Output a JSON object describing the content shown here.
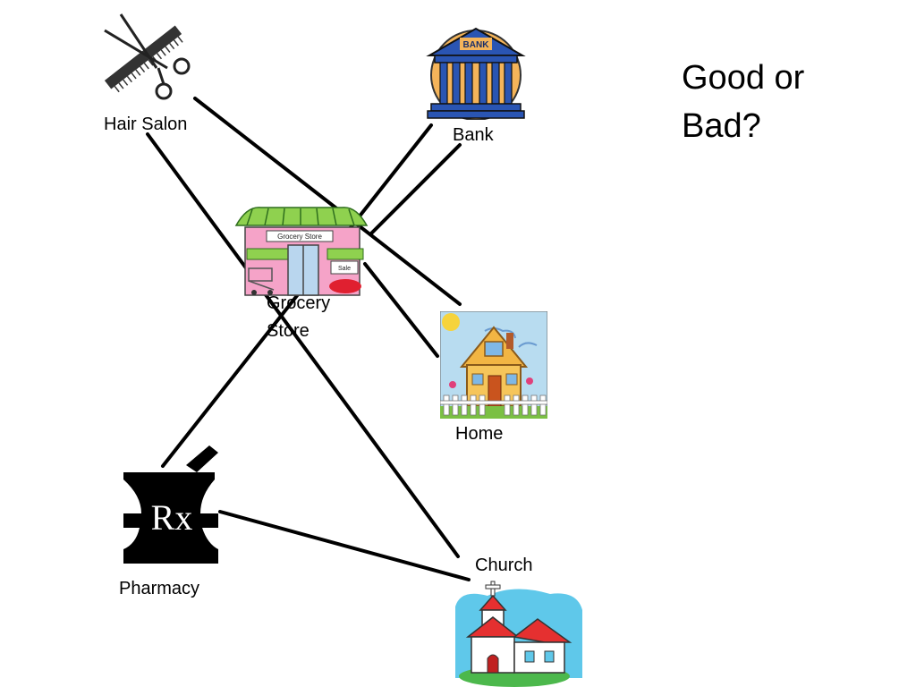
{
  "slide": {
    "question_line1": "Good or",
    "question_line2": "Bad?"
  },
  "places": {
    "hair_salon": "Hair Salon",
    "bank": "Bank",
    "grocery_line1": "Grocery",
    "grocery_line2": "Store",
    "home": "Home",
    "pharmacy": "Pharmacy",
    "church": "Church"
  },
  "icon_text": {
    "bank_sign": "BANK",
    "grocery_sign": "Grocery Store",
    "sale_sign": "Sale",
    "rx": "Rx"
  },
  "connections": [
    [
      "Hair Salon",
      "Home"
    ],
    [
      "Hair Salon",
      "Church"
    ],
    [
      "Bank",
      "Pharmacy"
    ],
    [
      "Bank",
      "Grocery Store"
    ],
    [
      "Grocery Store",
      "Home"
    ],
    [
      "Pharmacy",
      "Church"
    ]
  ],
  "colors": {
    "line": "#000000",
    "awning": "#8fd14f",
    "store_wall": "#f5a3c8",
    "bank_circle": "#f4b45a",
    "bank_building": "#2a55b3",
    "church_roof": "#e53030",
    "church_grass": "#4cb84c"
  },
  "icons": [
    "scissors-comb-icon",
    "bank-icon",
    "grocery-store-icon",
    "house-icon",
    "mortar-pestle-icon",
    "church-icon"
  ]
}
